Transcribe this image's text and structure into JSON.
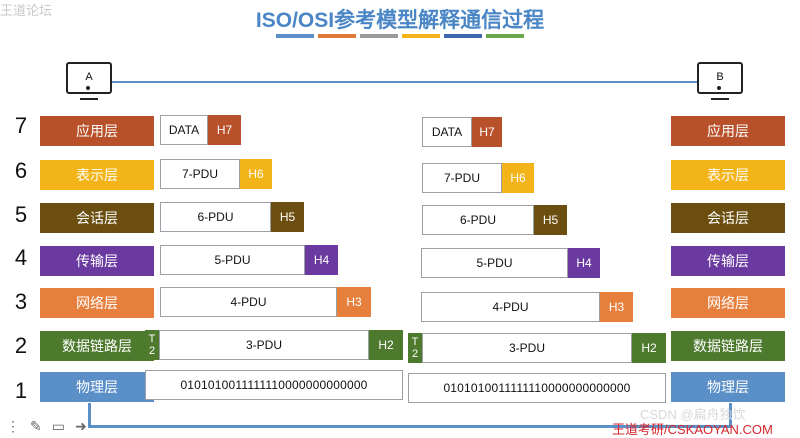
{
  "header": {
    "title": "ISO/OSI参考模型解释通信过程",
    "watermark_top_left": "王道论坛",
    "accent_bars": [
      "#5b8fc8",
      "#e07b3a",
      "#9a9a9a",
      "#f2b418",
      "#3d68b0",
      "#6aa84f"
    ]
  },
  "hosts": {
    "a_label": "A",
    "b_label": "B"
  },
  "layers": [
    {
      "num": "7",
      "name": "应用层",
      "color": "#b8502a"
    },
    {
      "num": "6",
      "name": "表示层",
      "color": "#f2b418"
    },
    {
      "num": "5",
      "name": "会话层",
      "color": "#6b4e10"
    },
    {
      "num": "4",
      "name": "传输层",
      "color": "#6a3aa0"
    },
    {
      "num": "3",
      "name": "网络层",
      "color": "#e67e3c"
    },
    {
      "num": "2",
      "name": "数据链路层",
      "color": "#4e7a2e"
    },
    {
      "num": "1",
      "name": "物理层",
      "color": "#5b8fc8"
    }
  ],
  "left_stack": {
    "l7": {
      "pdu": "DATA",
      "hdr": "H7"
    },
    "l6": {
      "pdu": "7-PDU",
      "hdr": "H6"
    },
    "l5": {
      "pdu": "6-PDU",
      "hdr": "H5"
    },
    "l4": {
      "pdu": "5-PDU",
      "hdr": "H4"
    },
    "l3": {
      "pdu": "4-PDU",
      "hdr": "H3"
    },
    "l2": {
      "trailer_top": "T",
      "trailer_bottom": "2",
      "pdu": "3-PDU",
      "hdr": "H2"
    },
    "l1": {
      "bits": "0101010011111110000000000000"
    }
  },
  "right_stack": {
    "l7": {
      "pdu": "DATA",
      "hdr": "H7"
    },
    "l6": {
      "pdu": "7-PDU",
      "hdr": "H6"
    },
    "l5": {
      "pdu": "6-PDU",
      "hdr": "H5"
    },
    "l4": {
      "pdu": "5-PDU",
      "hdr": "H4"
    },
    "l3": {
      "pdu": "4-PDU",
      "hdr": "H3"
    },
    "l2": {
      "trailer_top": "T",
      "trailer_bottom": "2",
      "pdu": "3-PDU",
      "hdr": "H2"
    },
    "l1": {
      "bits": "0101010011111110000000000000"
    }
  },
  "footer": {
    "watermark_csdn": "CSDN @扁舟独饮",
    "watermark_site": "王道考研/CSKAOYAN.COM"
  }
}
